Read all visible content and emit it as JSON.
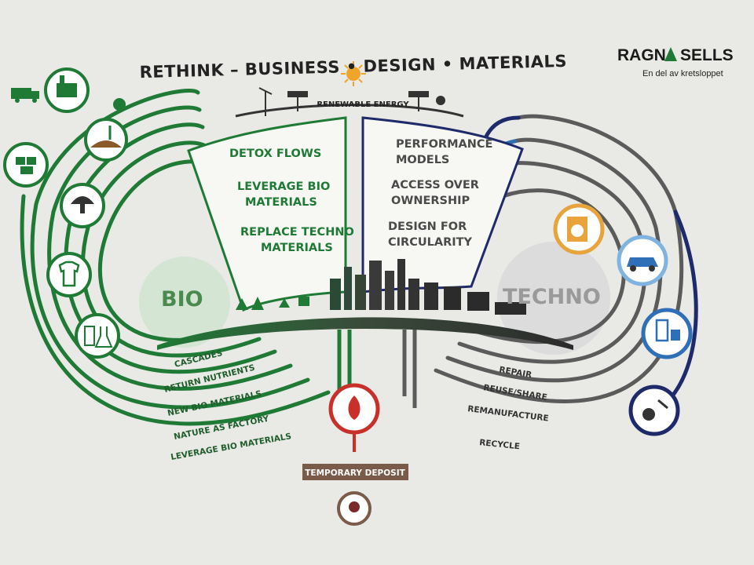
{
  "header": {
    "title": "RETHINK – BUSINESS • DESIGN • MATERIALS",
    "renewable_energy": "RENEWABLE ENERGY"
  },
  "brand": {
    "name_left": "RAGN",
    "name_right": "SELLS",
    "tagline": "En del av kretsloppet"
  },
  "bio_panel": {
    "lines": [
      "DETOX FLOWS",
      "LEVERAGE BIO",
      "MATERIALS",
      "REPLACE TECHNO",
      "MATERIALS"
    ]
  },
  "techno_panel": {
    "lines": [
      "PERFORMANCE",
      "MODELS",
      "ACCESS OVER",
      "OWNERSHIP",
      "DESIGN FOR",
      "CIRCULARITY"
    ]
  },
  "bio": {
    "label": "BIO",
    "loops": [
      "CASCADES",
      "RETURN NUTRIENTS",
      "NEW BIO MATERIALS",
      "NATURE AS FACTORY",
      "LEVERAGE BIO MATERIALS"
    ]
  },
  "techno": {
    "label": "TECHNO",
    "loops": [
      "REPAIR",
      "REUSE/SHARE",
      "REMANUFACTURE",
      "RECYCLE"
    ]
  },
  "center": {
    "temporary_deposit": "TEMPORARY DEPOSIT"
  },
  "colors": {
    "bio_green": "#1f7a36",
    "techno_gray": "#5b5b5b",
    "techno_navy": "#1f2a6b",
    "techno_blue": "#2f6fb7",
    "techno_lightblue": "#7fb3e0",
    "techno_orange": "#e8a33a",
    "deposit_red": "#c8312a",
    "deposit_brown": "#7a5a48"
  }
}
